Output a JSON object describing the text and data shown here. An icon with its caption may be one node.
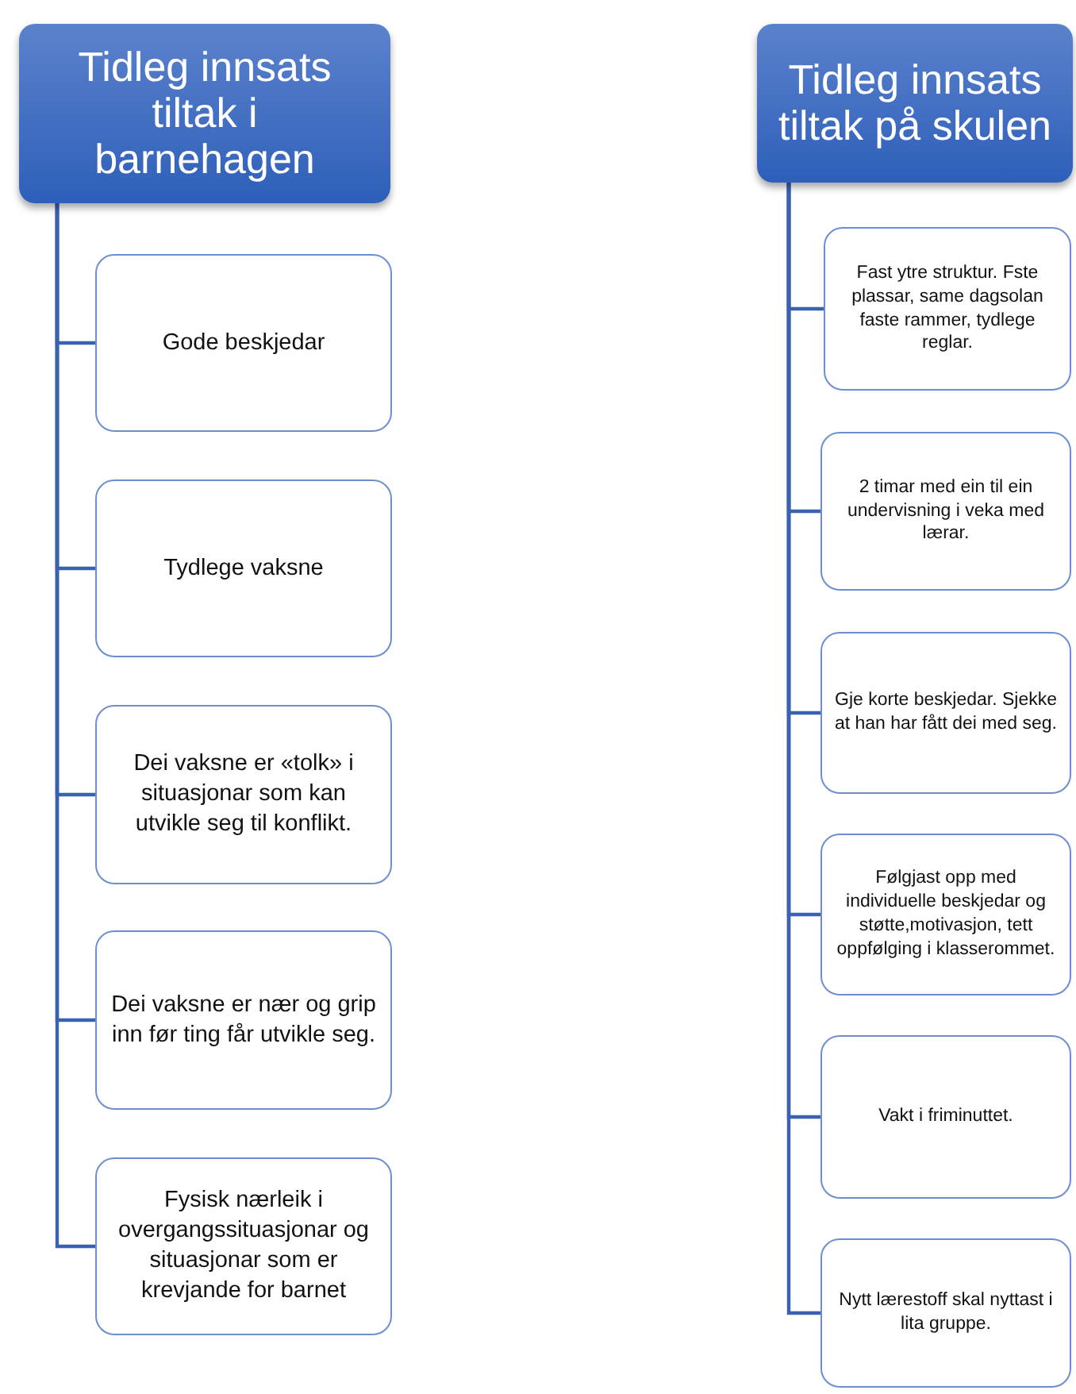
{
  "diagram": {
    "nodes": [
      {
        "text": [
          "Tidleg innsats tiltak i barnehagen"
        ]
      },
      {
        "text": [
          "Gode beskjedar"
        ]
      },
      {
        "text": [
          "Tydlege vaksne"
        ]
      },
      {
        "text": [
          "Dei vaksne er «tolk» i situasjonar som kan utvikle seg til konflikt."
        ]
      },
      {
        "text": [
          "Dei vaksne er nær og grip inn før ting får utvikle seg."
        ]
      },
      {
        "text": [
          "Fysisk nærleik i overgangssituasjonar og situasjonar som er krevjande for barnet"
        ]
      },
      {
        "text": [
          "Tidleg innsats tiltak på skulen"
        ]
      },
      {
        "text": [
          "Fast ytre struktur. Fste plassar,  same dagsolan faste rammer, tydlege reglar."
        ]
      },
      {
        "text": [
          "2 timar med ein til ein undervisning i veka med lærar."
        ]
      },
      {
        "text": [
          "Gje korte beskjedar. Sjekke at han har fått dei med seg."
        ]
      },
      {
        "text": [
          "Følgjast opp med individuelle beskjedar og støtte,motivasjon, tett oppfølging i klasserommet."
        ]
      },
      {
        "text": [
          "Vakt i friminuttet."
        ]
      },
      {
        "text": [
          "Nytt lærestoff skal nyttast i lita gruppe."
        ]
      }
    ],
    "edges": [
      {
        "from": 0,
        "to": 1,
        "arrow": "none"
      },
      {
        "from": 0,
        "to": 2,
        "arrow": "none"
      },
      {
        "from": 0,
        "to": 3,
        "arrow": "none"
      },
      {
        "from": 0,
        "to": 4,
        "arrow": "none"
      },
      {
        "from": 0,
        "to": 5,
        "arrow": "none"
      },
      {
        "from": 6,
        "to": 7,
        "arrow": "none"
      },
      {
        "from": 6,
        "to": 8,
        "arrow": "none"
      },
      {
        "from": 6,
        "to": 9,
        "arrow": "none"
      },
      {
        "from": 6,
        "to": 10,
        "arrow": "none"
      },
      {
        "from": 6,
        "to": 11,
        "arrow": "none"
      },
      {
        "from": 6,
        "to": 12,
        "arrow": "none"
      }
    ]
  }
}
